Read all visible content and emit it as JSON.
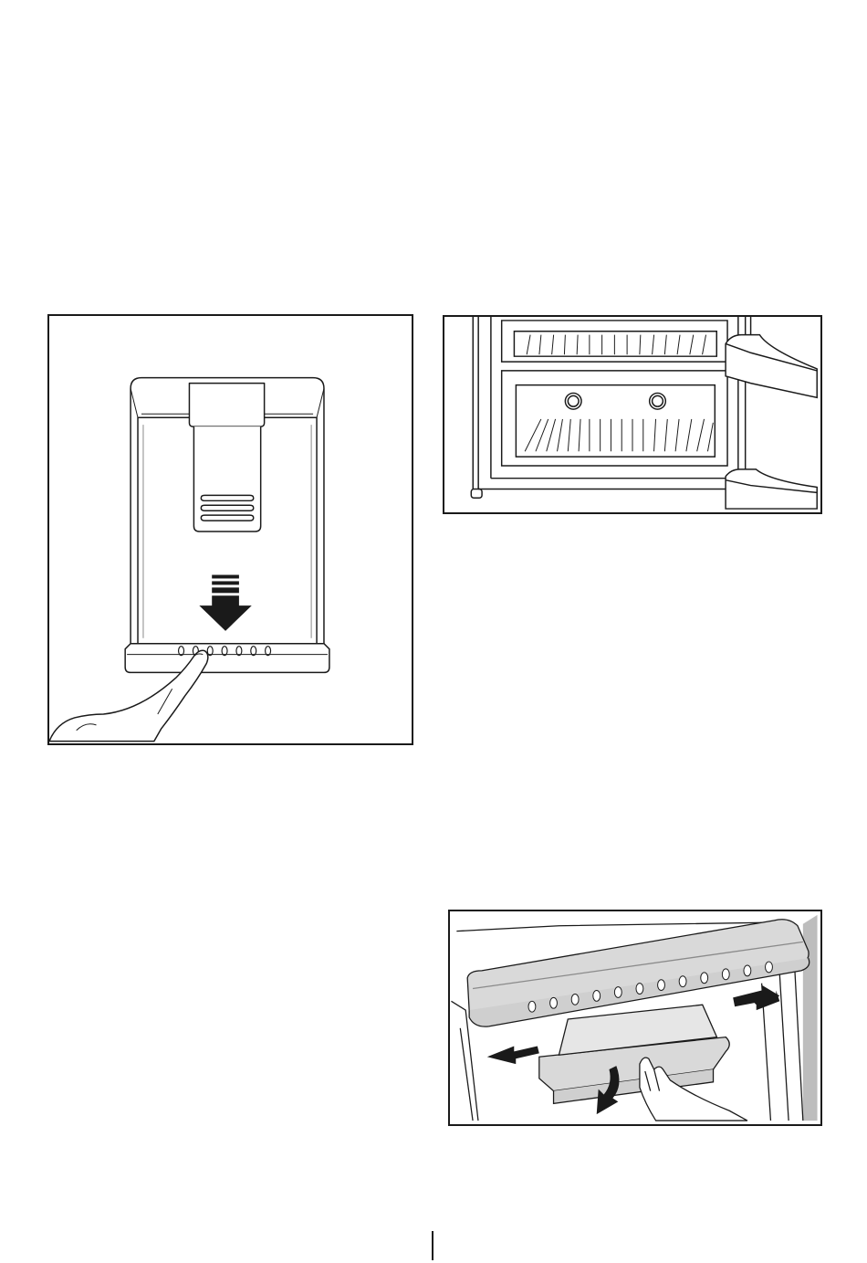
{
  "figures": [
    {
      "id": "dispenser-panel",
      "icon": "dispenser-drip-tray-illustration"
    },
    {
      "id": "freezer-drawers",
      "icon": "freezer-drawers-illustration"
    },
    {
      "id": "door-shelf-removal",
      "icon": "door-shelf-removal-illustration"
    }
  ],
  "colors": {
    "line": "#1a1a1a",
    "shade": "#d9d9d9",
    "light": "#ececec",
    "white": "#ffffff"
  }
}
